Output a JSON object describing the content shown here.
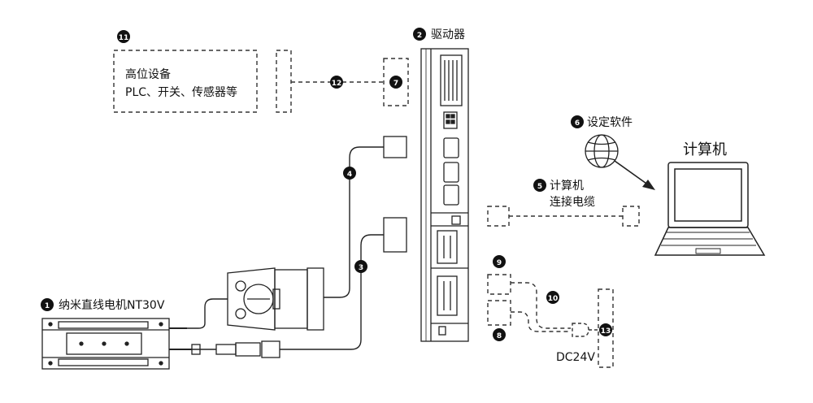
{
  "labels": {
    "driver": "驱动器",
    "host_title": "高位设备",
    "host_sub": "PLC、开关、传感器等",
    "software": "设定软件",
    "computer": "计算机",
    "cable_line1": "计算机",
    "cable_line2": "连接电缆",
    "motor": "纳米直线电机NT30V",
    "dc": "DC24V"
  },
  "badges": {
    "b1": "1",
    "b2": "2",
    "b3": "3",
    "b4": "4",
    "b5": "5",
    "b6": "6",
    "b7": "7",
    "b8": "8",
    "b9": "9",
    "b10": "10",
    "b11": "11",
    "b12": "12",
    "b13": "13"
  }
}
